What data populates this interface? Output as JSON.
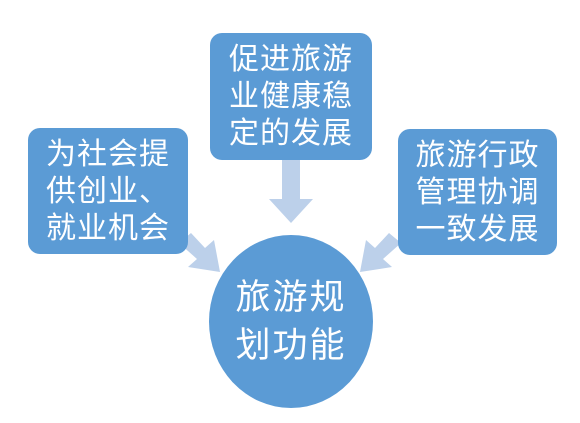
{
  "diagram": {
    "center": {
      "lines": [
        "旅游规",
        "划功能"
      ]
    },
    "nodes": [
      {
        "id": "top",
        "lines": [
          "促进旅游",
          "业健康稳",
          "定的发展"
        ]
      },
      {
        "id": "left",
        "lines": [
          "为社会提",
          "供创业、",
          "就业机会"
        ]
      },
      {
        "id": "right",
        "lines": [
          "旅游行政",
          "管理协调",
          "一致发展"
        ]
      }
    ],
    "colors": {
      "node_fill": "#5b9bd5",
      "arrow_fill": "#bcd0ea",
      "text": "#ffffff"
    }
  }
}
